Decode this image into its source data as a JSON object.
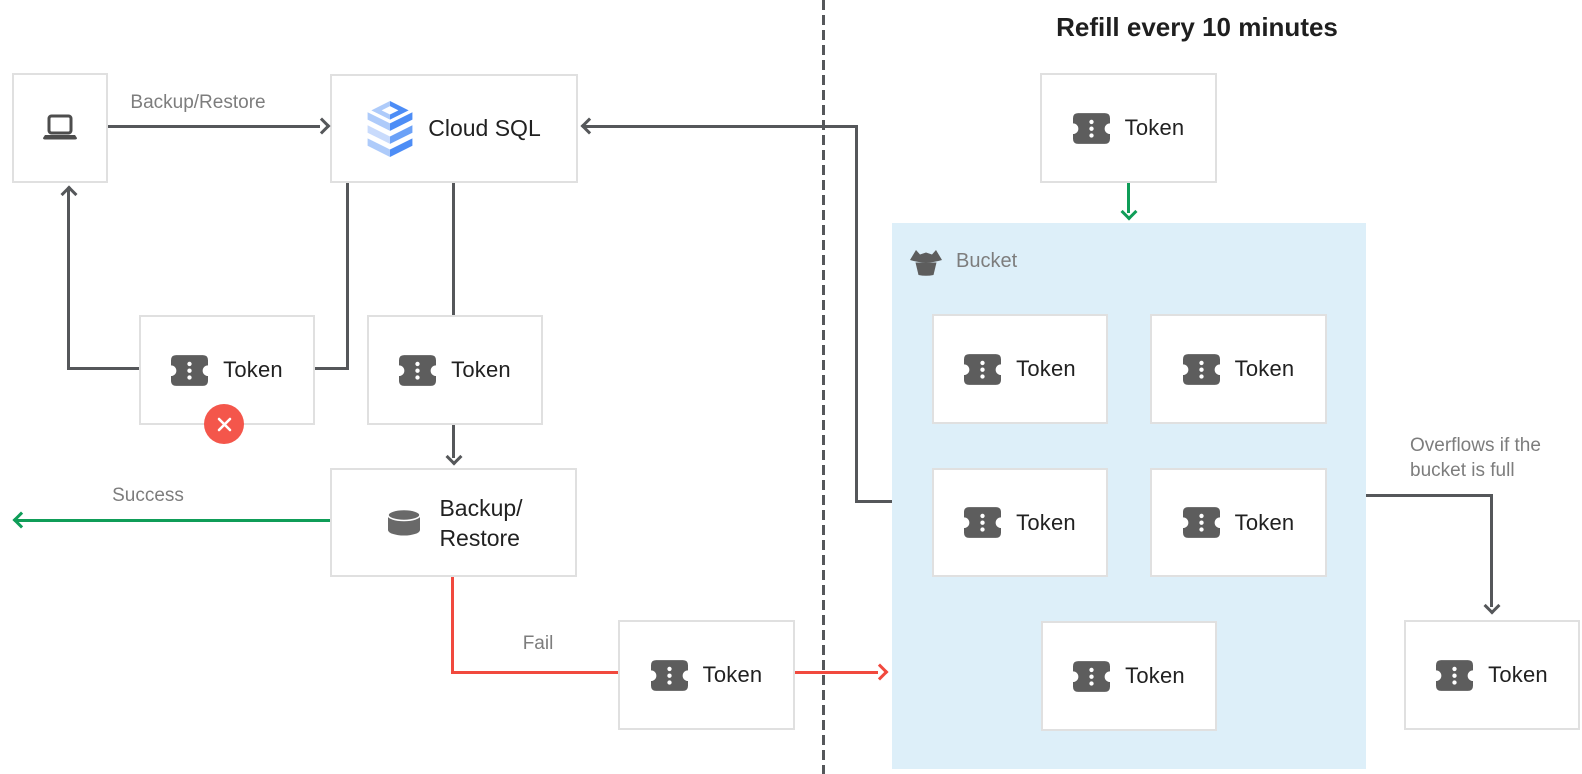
{
  "title": "Refill every 10 minutes",
  "labels": {
    "token": "Token",
    "cloud_sql": "Cloud SQL",
    "backup_restore_line1": "Backup/",
    "backup_restore_line2": "Restore",
    "backup_restore_edge": "Backup/Restore",
    "success": "Success",
    "fail": "Fail",
    "bucket": "Bucket",
    "overflow_line1": "Overflows if the",
    "overflow_line2": "bucket is full"
  },
  "icons": {
    "laptop": "laptop-icon",
    "cloud_sql": "cloud-sql-icon",
    "token": "token-ticket-icon",
    "database": "database-cylinder-icon",
    "bucket": "bucket-icon",
    "error": "error-x-icon"
  },
  "colors": {
    "line": "#55575a",
    "green": "#0f9d58",
    "red": "#f1493e",
    "red_badge": "#f4564b",
    "border": "#e0e0e0",
    "bucket_bg": "#ddeff9",
    "text_dark": "#212121",
    "text_gray": "#7d7d7d",
    "icon_gray": "#5d5d5d",
    "sql_blue": "#4d8df6",
    "sql_blue_light": "#aecbfa"
  }
}
